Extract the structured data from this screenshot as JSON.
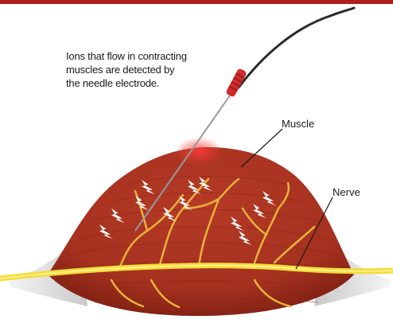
{
  "colors": {
    "accent_bar": "#b01c1c",
    "muscle_base": "#a5311f",
    "muscle_dark": "#7d1f12",
    "nerve": "#f2dc3a",
    "nerve_branch": "#e9b23c",
    "electrode_tip": "#d02a2a",
    "cable": "#2a2a2a",
    "tendon": "#d9d9d9"
  },
  "caption": {
    "line1": "Ions that flow in contracting",
    "line2": "muscles are detected by",
    "line3": "the needle electrode."
  },
  "labels": {
    "muscle": "Muscle",
    "nerve": "Nerve"
  },
  "icons": {
    "ion_spark": "lightning-spark-icon",
    "electrode": "needle-electrode-icon"
  }
}
